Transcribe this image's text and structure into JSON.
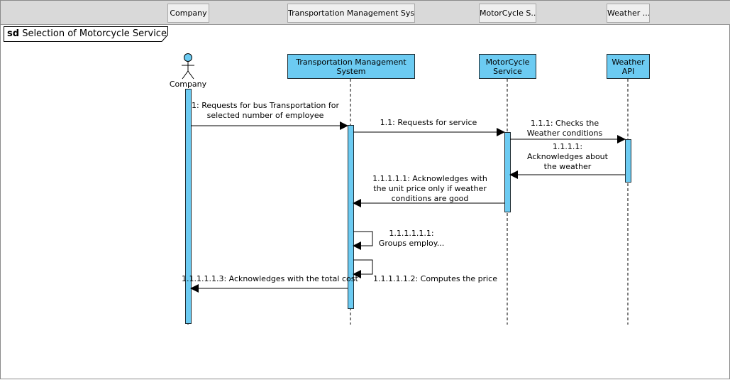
{
  "header": {
    "tabs": [
      {
        "label": "Company"
      },
      {
        "label": "Transportation Management System"
      },
      {
        "label": "MotorCycle S..."
      },
      {
        "label": "Weather ..."
      }
    ]
  },
  "frame": {
    "keyword": "sd",
    "title": "Selection of Motorcycle Service"
  },
  "actor": {
    "label": "Company"
  },
  "lifelines": {
    "tms": "Transportation Management System",
    "motorcycle": "MotorCycle Service",
    "weather": "Weather API"
  },
  "messages": {
    "m1": "1: Requests for bus Transportation for selected number of employee",
    "m11": "1.1: Requests for service",
    "m111": "1.1.1: Checks the Weather conditions",
    "m1111": "1.1.1.1: Acknowledges about the weather",
    "m11111": "1.1.1.1.1: Acknowledges with the unit price only if weather conditions are good",
    "m111111": "1.1.1.1.1.1: Groups employ...",
    "m111112": "1.1.1.1.1.2: Computes the price",
    "m111113": "1.1.1.1.1.3: Acknowledges with the total cost"
  },
  "colors": {
    "lifeline_fill": "#6ccbf2",
    "activation_fill": "#6ccbf2",
    "header_bg": "#d9d9d9",
    "line": "#000000"
  }
}
